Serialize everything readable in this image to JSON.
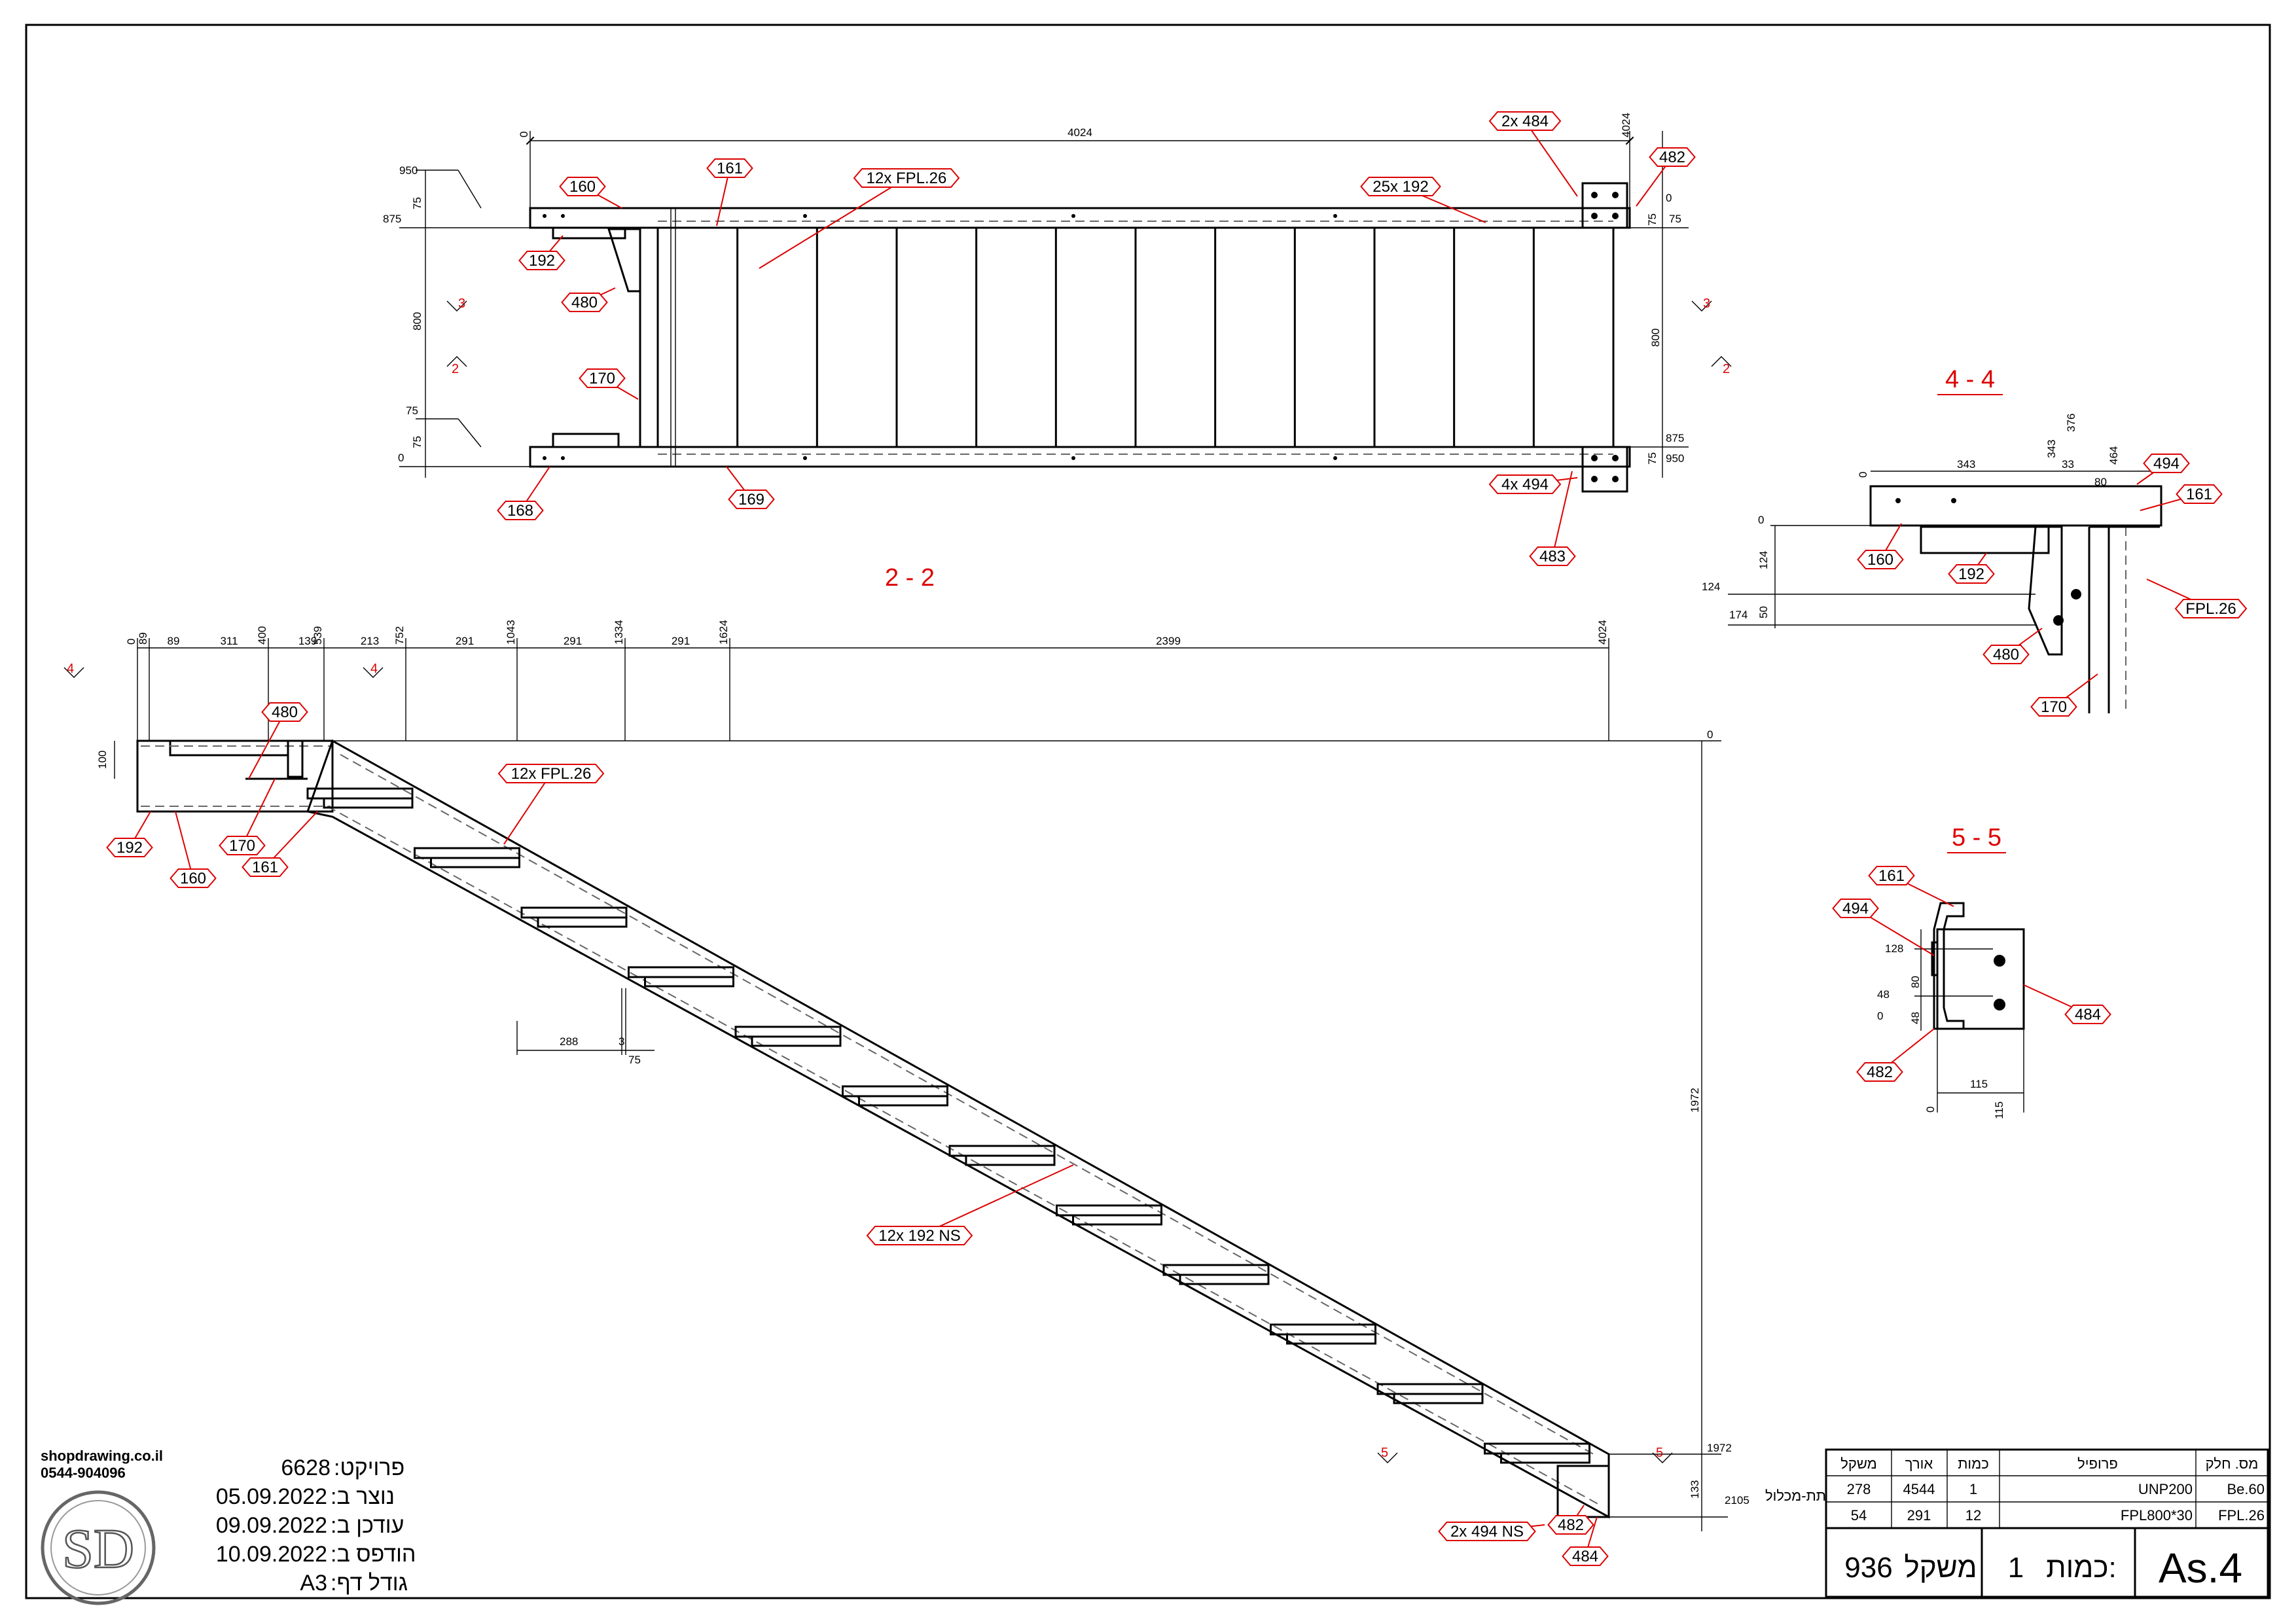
{
  "sections": {
    "s22": "2 - 2",
    "s44": "4 - 4",
    "s55": "5 - 5"
  },
  "markers": {
    "m3": "3",
    "m2": "2",
    "m4": "4",
    "m5": "5"
  },
  "plan_dims": {
    "overall": "4024",
    "left_top": [
      "950",
      "875",
      "75",
      "800",
      "75",
      "75",
      "0"
    ],
    "right": [
      "4024",
      "0",
      "75",
      "75",
      "800",
      "875",
      "75",
      "950"
    ],
    "zero_top": "0"
  },
  "plan_tags": [
    "2x 484",
    "482",
    "161",
    "12x FPL.26",
    "160",
    "25x 192",
    "192",
    "480",
    "170",
    "168",
    "169",
    "4x 494",
    "483"
  ],
  "elev_dims": {
    "top": [
      "0",
      "89",
      "89",
      "311",
      "400",
      "139",
      "539",
      "213",
      "752",
      "291",
      "1043",
      "291",
      "1334",
      "291",
      "1624",
      "2399",
      "4024"
    ],
    "left_100": "100",
    "right": [
      "0",
      "1972",
      "1972",
      "133",
      "2105"
    ],
    "bottom": [
      "288",
      "3",
      "75"
    ]
  },
  "elev_tags": [
    "480",
    "12x FPL.26",
    "192",
    "170",
    "161",
    "160",
    "12x 192 NS",
    "2x 494 NS",
    "482",
    "484"
  ],
  "s44_dims": [
    "0",
    "343",
    "343",
    "376",
    "33",
    "464",
    "80",
    "0",
    "124",
    "124",
    "50",
    "174"
  ],
  "s44_tags": [
    "494",
    "161",
    "160",
    "192",
    "FPL.26",
    "480",
    "170"
  ],
  "s55_dims": [
    "128",
    "80",
    "48",
    "0",
    "48",
    "115",
    "0",
    "115"
  ],
  "s55_tags": [
    "161",
    "494",
    "484",
    "482"
  ],
  "title_block": {
    "sub_assembly": "תת-מכלול",
    "headers": [
      "משקל",
      "אורך",
      "כמות",
      "פרופיל",
      "מס. חלק"
    ],
    "rows": [
      [
        "278",
        "4544",
        "1",
        "UNP200",
        "Be.60"
      ],
      [
        "54",
        "291",
        "12",
        "FPL800*30",
        "FPL.26"
      ]
    ],
    "weight_value": "936",
    "weight_label": "משקל",
    "qty_value": "1",
    "qty_label": "כמות:",
    "drawing_id": "As.4"
  },
  "project_info": {
    "project_value": "6628",
    "project_label": ":פרויקט",
    "created_value": "05.09.2022",
    "created_label": ":נוצר ב",
    "updated_value": "09.09.2022",
    "updated_label": ":עודכן ב",
    "printed_value": "10.09.2022",
    "printed_label": ":הודפס ב",
    "size_value": "A3",
    "size_label": ":גודל דף"
  },
  "company": {
    "website": "shopdrawing.co.il",
    "phone": "0544-904096",
    "logo_text": "SD"
  }
}
